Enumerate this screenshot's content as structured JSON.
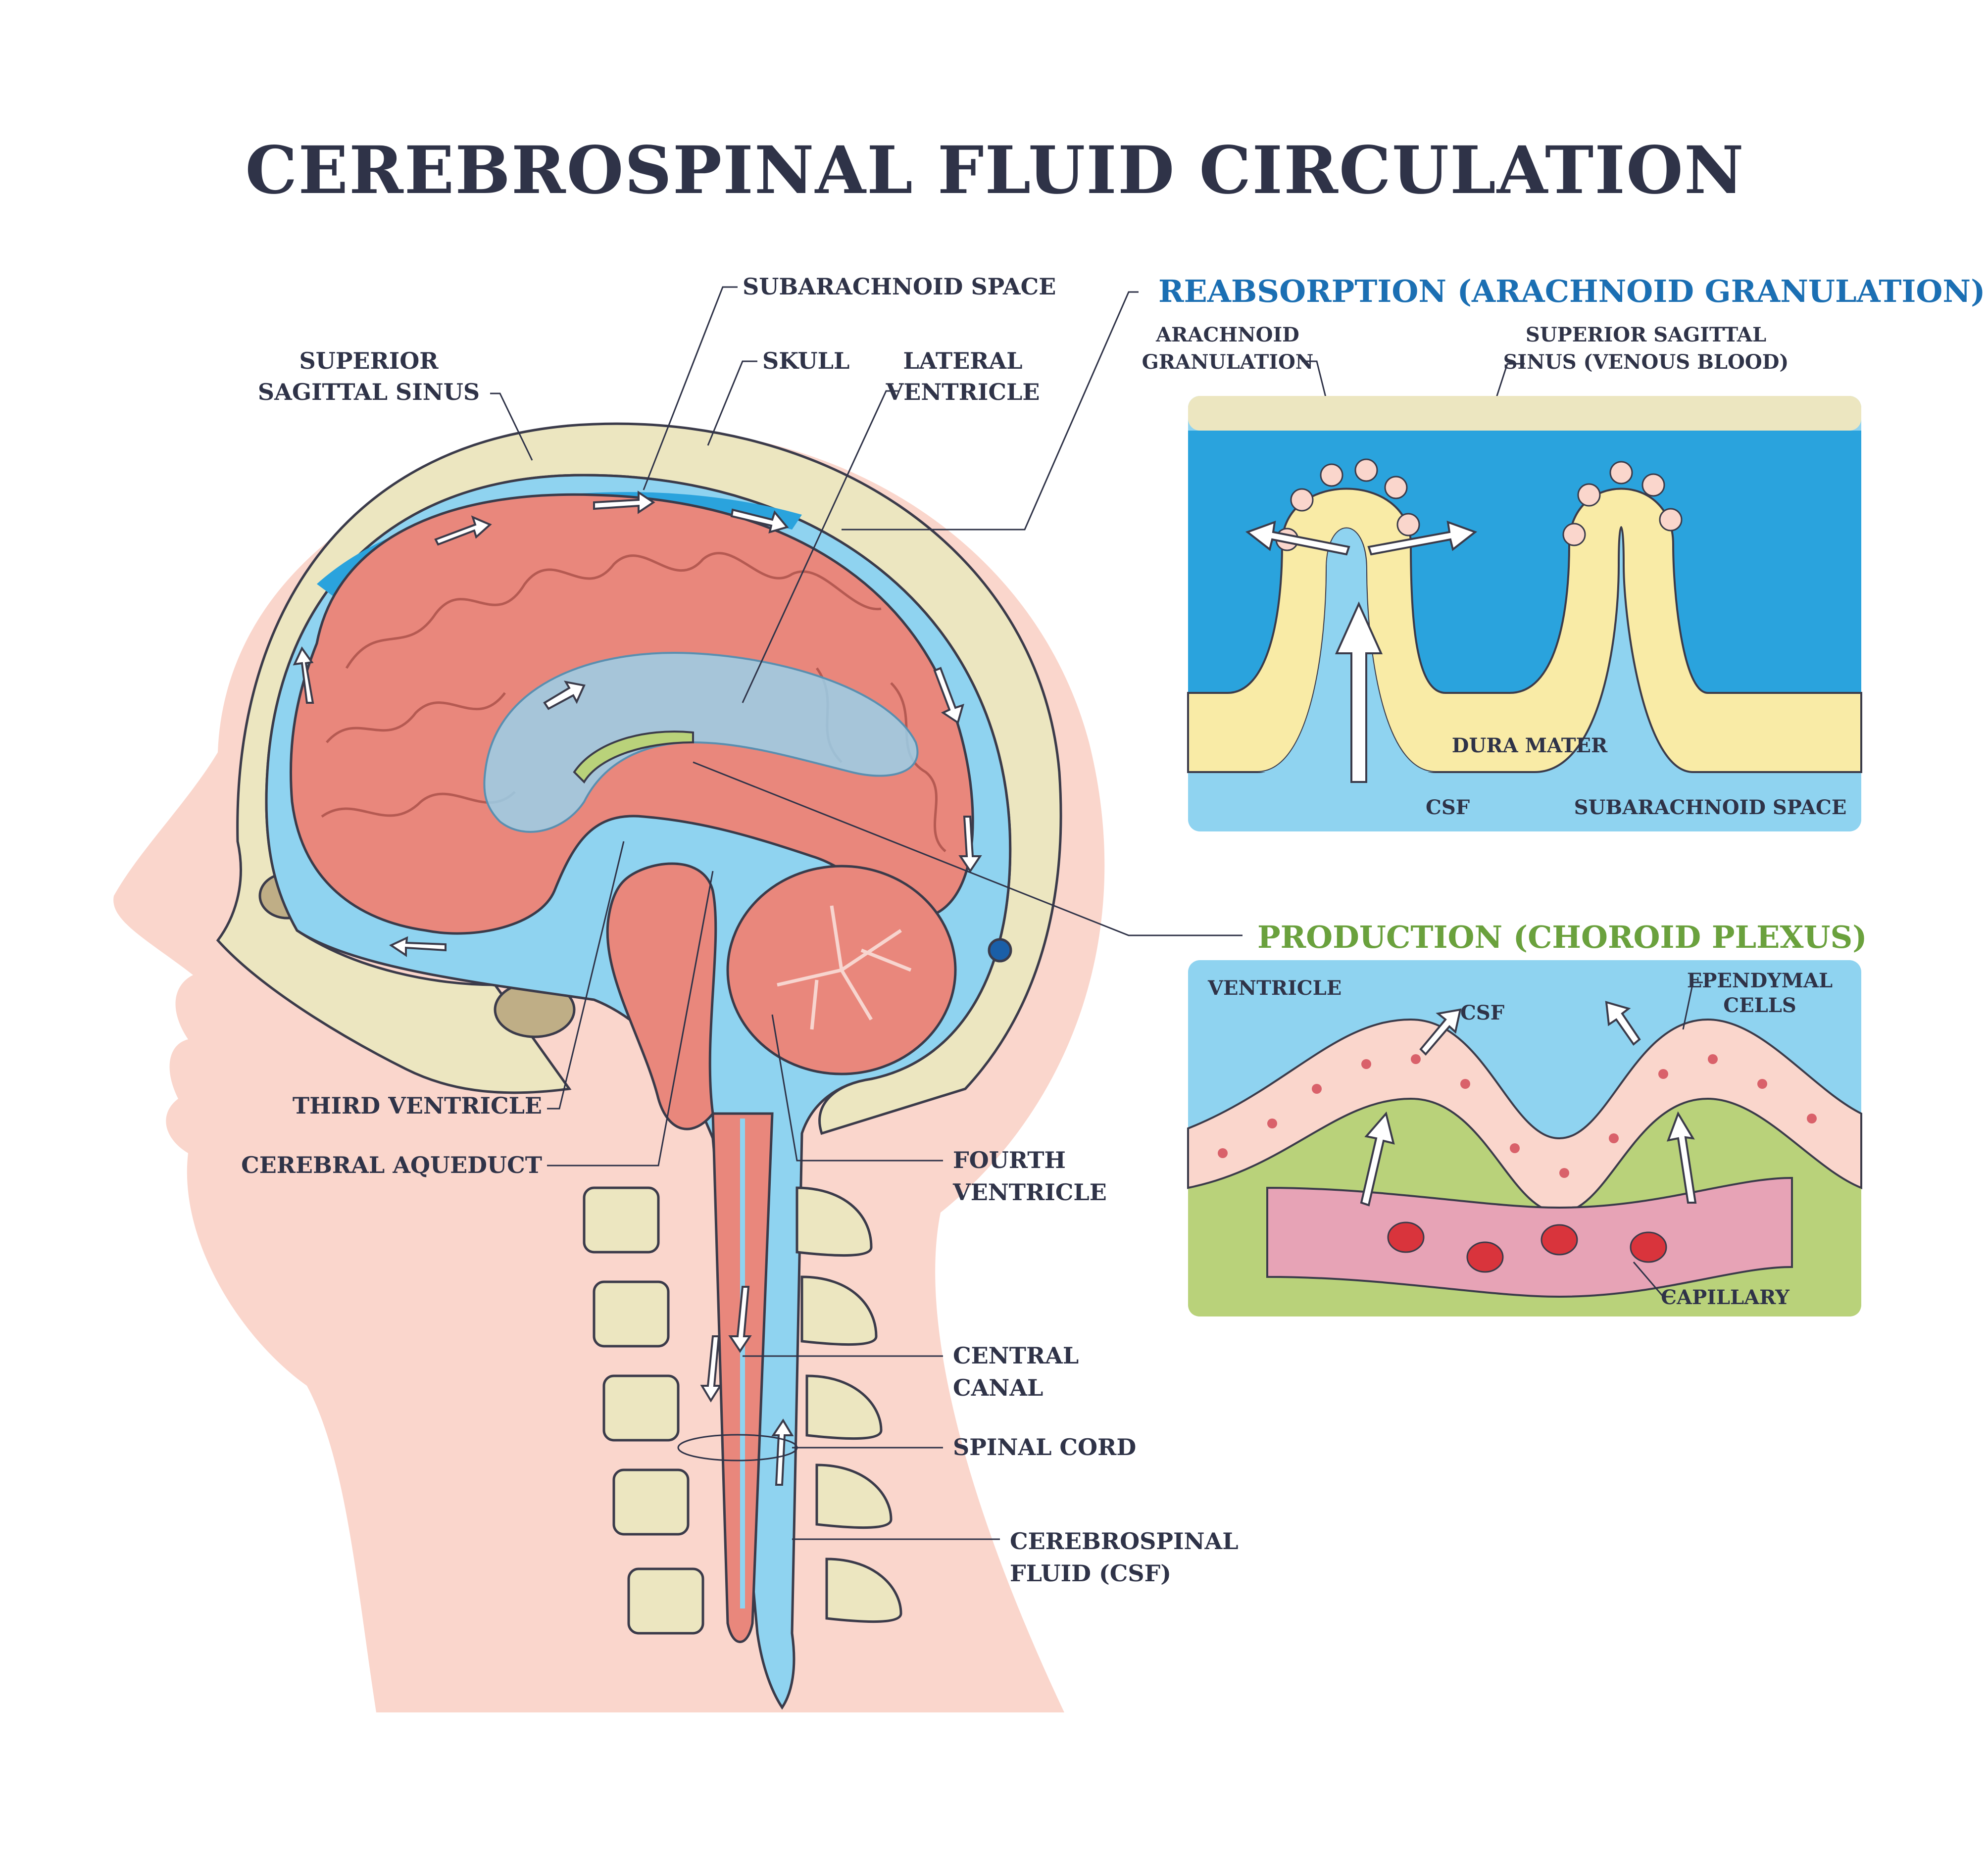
{
  "title": "CEREBROSPINAL FLUID CIRCULATION",
  "labels": {
    "subarachnoid_space": "SUBARACHNOID SPACE",
    "superior_sagittal_sinus_1": "SUPERIOR",
    "superior_sagittal_sinus_2": "SAGITTAL SINUS",
    "skull": "SKULL",
    "lateral_ventricle_1": "LATERAL",
    "lateral_ventricle_2": "VENTRICLE",
    "third_ventricle": "THIRD VENTRICLE",
    "cerebral_aqueduct": "CEREBRAL AQUEDUCT",
    "fourth_ventricle_1": "FOURTH",
    "fourth_ventricle_2": "VENTRICLE",
    "central_canal_1": "CENTRAL",
    "central_canal_2": "CANAL",
    "spinal_cord": "SPINAL CORD",
    "csf_1": "CEREBROSPINAL",
    "csf_2": "FLUID (CSF)"
  },
  "reabsorption": {
    "heading": "REABSORPTION (ARACHNOID GRANULATION)",
    "arachnoid_granulation_1": "ARACHNOID",
    "arachnoid_granulation_2": "GRANULATION",
    "sss_1": "SUPERIOR SAGITTAL",
    "sss_2": "SINUS (VENOUS BLOOD)",
    "dura_mater": "DURA MATER",
    "csf": "CSF",
    "subarachnoid_space": "SUBARACHNOID SPACE"
  },
  "production": {
    "heading": "PRODUCTION (CHOROID PLEXUS)",
    "ventricle": "VENTRICLE",
    "csf": "CSF",
    "ependymal_1": "EPENDYMAL",
    "ependymal_2": "CELLS",
    "capillary": "CAPILLARY"
  },
  "colors": {
    "skin": "#fad6cc",
    "skull": "#ece6c0",
    "csf_blue": "#8fd3f0",
    "venous_blue": "#2aa3dd",
    "brain": "#e9877c",
    "dura": "#f9eba6",
    "green_tissue": "#b9d27a",
    "capillary": "#e7a3b6"
  }
}
